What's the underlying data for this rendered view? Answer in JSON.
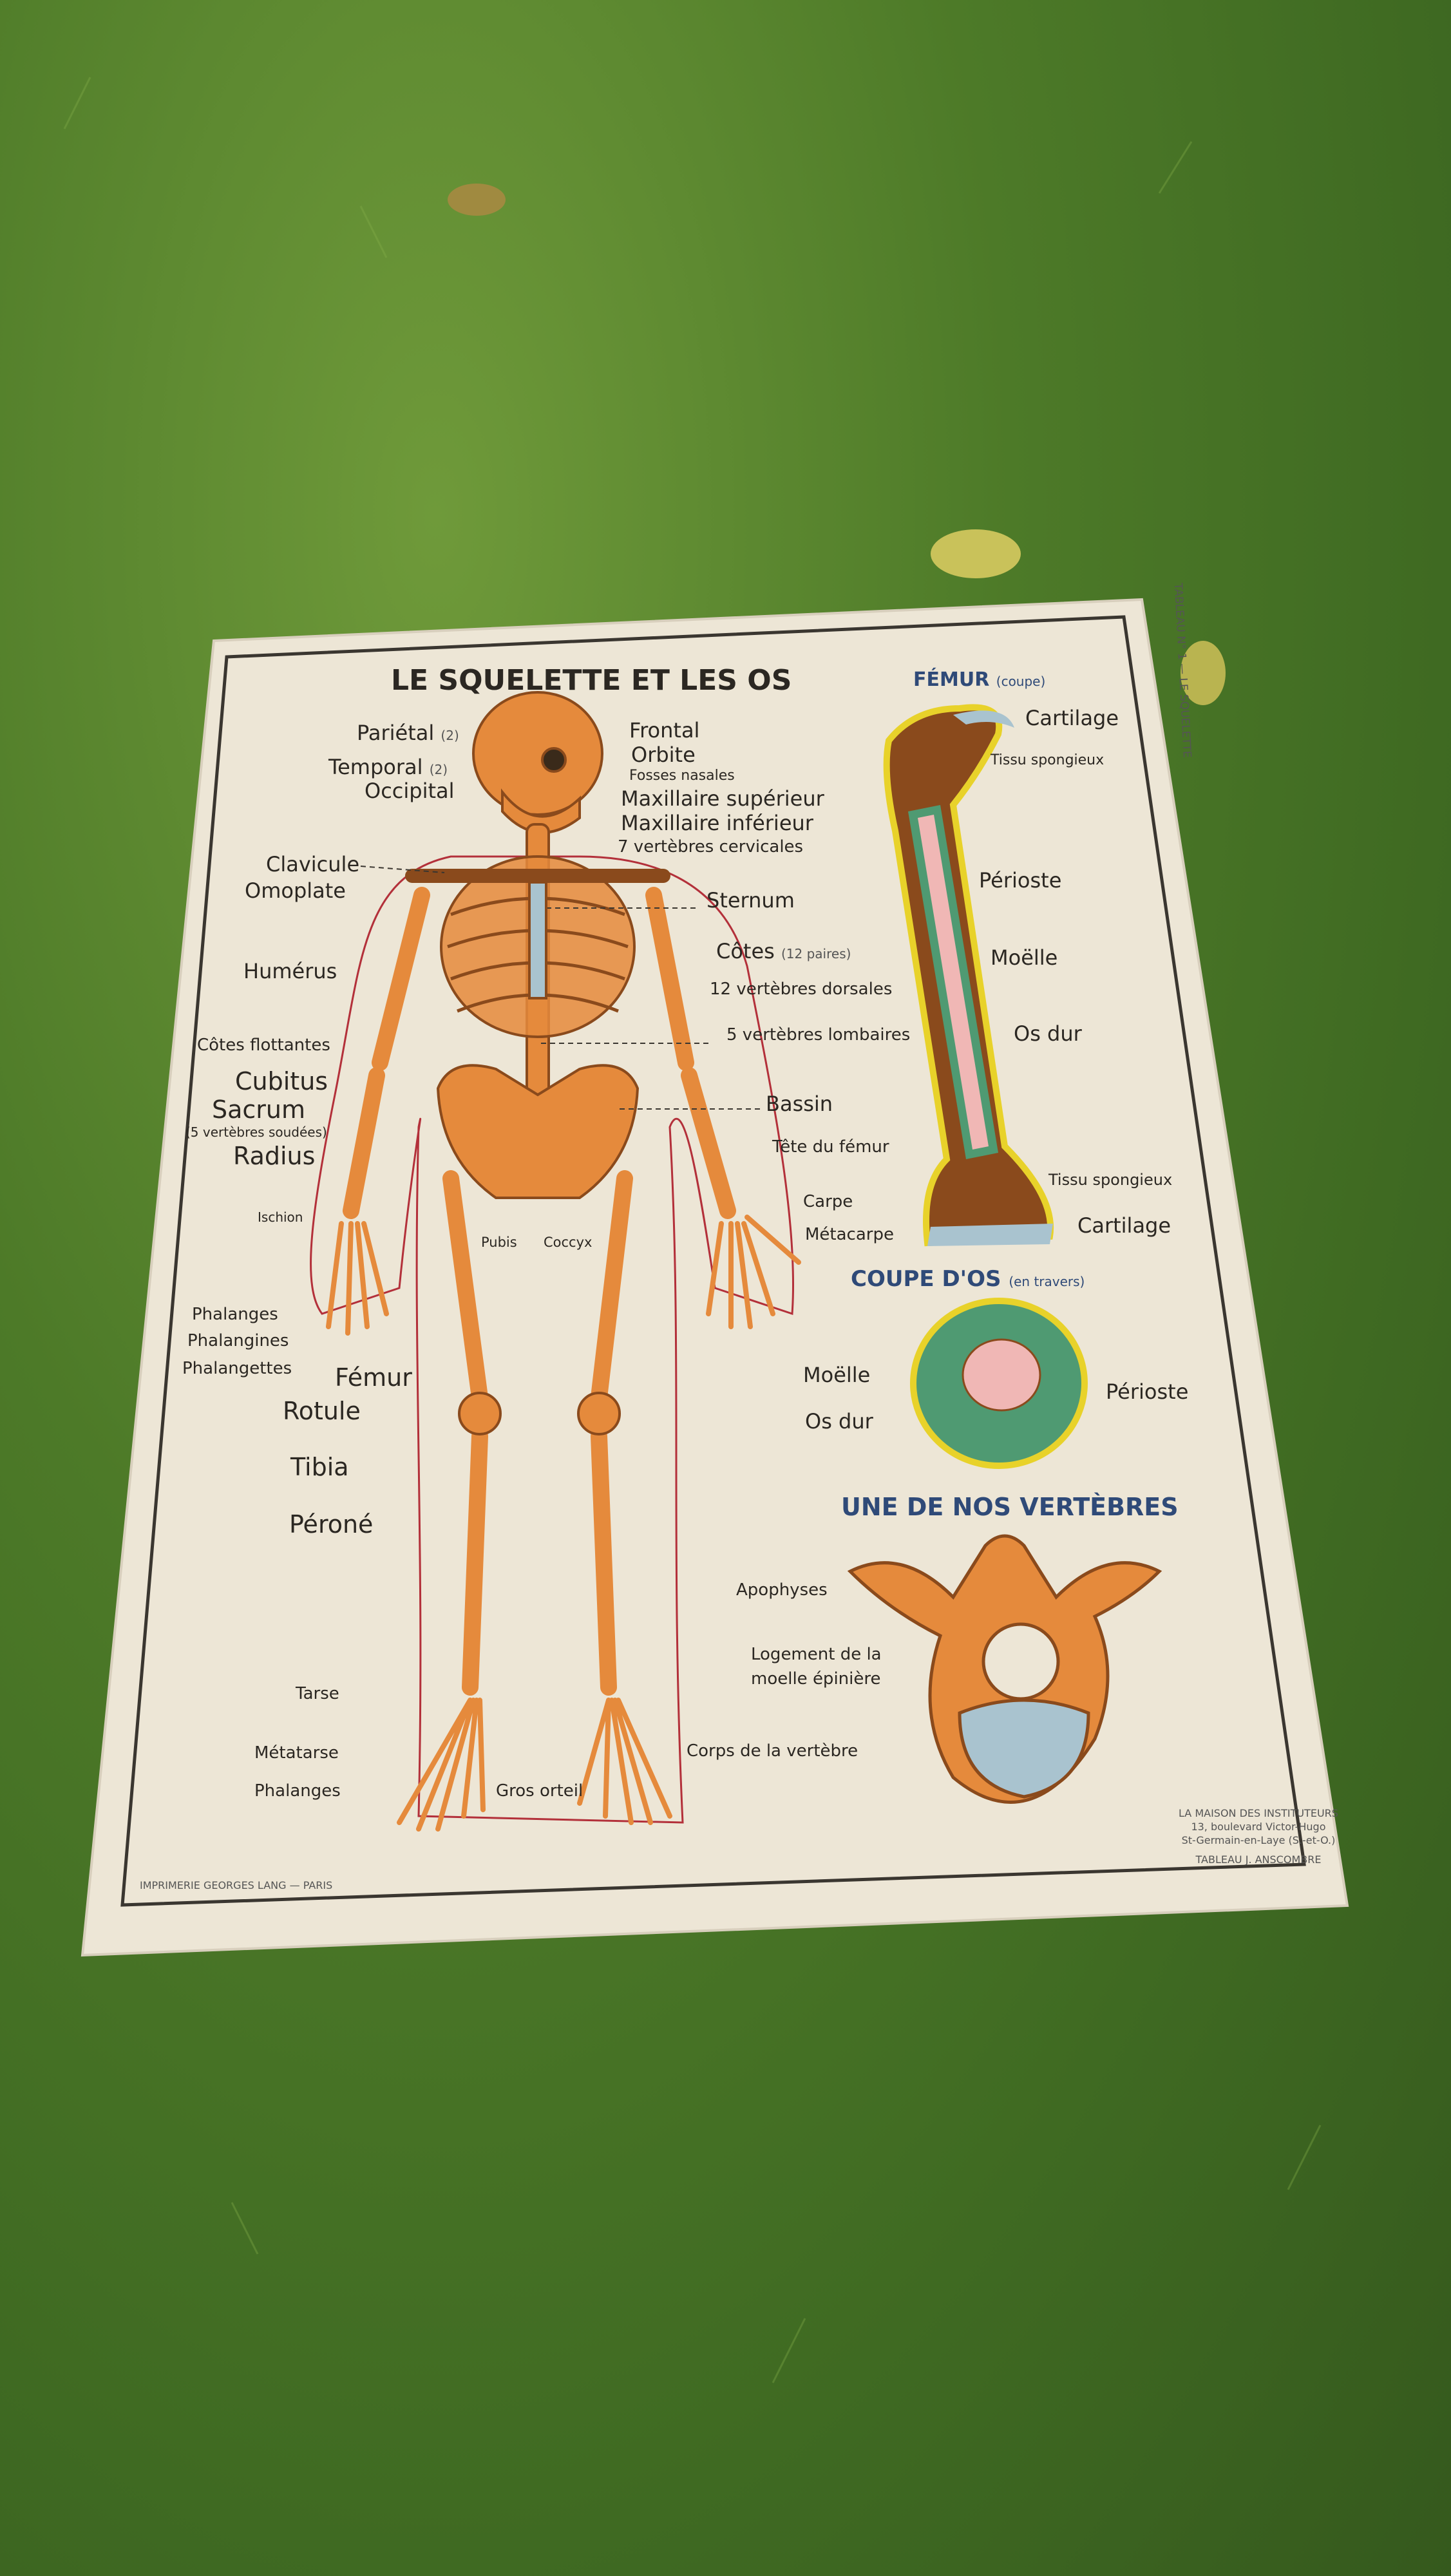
{
  "poster": {
    "title": "LE SQUELETTE ET LES OS",
    "side_text": "TABLEAU N° 1 — LE SQUELETTE",
    "skeleton_labels": {
      "parietal": "Pariétal",
      "parietal_note": "(2)",
      "temporal": "Temporal",
      "temporal_note": "(2)",
      "occipital": "Occipital",
      "clavicule": "Clavicule",
      "omoplate": "Omoplate",
      "humerus": "Humérus",
      "cotes_flottantes": "Côtes flottantes",
      "cubitus": "Cubitus",
      "sacrum": "Sacrum",
      "sacrum_note": "(5 vertèbres soudées)",
      "radius": "Radius",
      "ischion": "Ischion",
      "phalanges_hand": "Phalanges",
      "phalangines": "Phalangines",
      "phalangettes": "Phalangettes",
      "femur": "Fémur",
      "rotule": "Rotule",
      "tibia": "Tibia",
      "perone": "Péroné",
      "tarse": "Tarse",
      "metatarse": "Métatarse",
      "phalanges_foot": "Phalanges",
      "gros_orteil": "Gros orteil",
      "pubis": "Pubis",
      "coccyx": "Coccyx",
      "frontal": "Frontal",
      "orbite": "Orbite",
      "fosses_nasales": "Fosses nasales",
      "maxillaire_sup": "Maxillaire supérieur",
      "maxillaire_inf": "Maxillaire inférieur",
      "cervicales": "7 vertèbres cervicales",
      "sternum": "Sternum",
      "cotes": "Côtes",
      "cotes_note": "(12 paires)",
      "dorsales": "12 vertèbres dorsales",
      "lombaires": "5 vertèbres lombaires",
      "bassin": "Bassin",
      "tete_femur": "Tête du fémur",
      "carpe": "Carpe",
      "metacarpe": "Métacarpe"
    },
    "femur_section": {
      "heading": "FÉMUR",
      "heading_note": "(coupe)",
      "cartilage_top": "Cartilage",
      "tissu_top": "Tissu spongieux",
      "perioste": "Périoste",
      "moelle": "Moëlle",
      "os_dur": "Os dur",
      "tissu_bottom": "Tissu spongieux",
      "cartilage_bottom": "Cartilage"
    },
    "cross_section": {
      "heading": "COUPE D'OS",
      "heading_note": "(en travers)",
      "moelle": "Moëlle",
      "os_dur": "Os dur",
      "perioste": "Périoste"
    },
    "vertebra": {
      "heading": "UNE DE NOS VERTÈBRES",
      "apophyses": "Apophyses",
      "logement_1": "Logement de la",
      "logement_2": "moelle épinière",
      "corps": "Corps de la vertèbre"
    },
    "footer": {
      "printer": "IMPRIMERIE GEORGES LANG — PARIS",
      "publisher_1": "LA MAISON DES INSTITUTEURS",
      "publisher_2": "13, boulevard Victor-Hugo",
      "publisher_3": "St-Germain-en-Laye (S.-et-O.)",
      "author": "TABLEAU J. ANSCOMBRE"
    }
  },
  "colors": {
    "bone": "#e58a3c",
    "bone_dark": "#8a4a1c",
    "cartilage": "#a9c3cf",
    "marrow": "#f0b7b5",
    "compact": "#4f9a72",
    "periosteum": "#e8d22a",
    "paper": "#ede6d6",
    "grass": "#4d7a28"
  }
}
